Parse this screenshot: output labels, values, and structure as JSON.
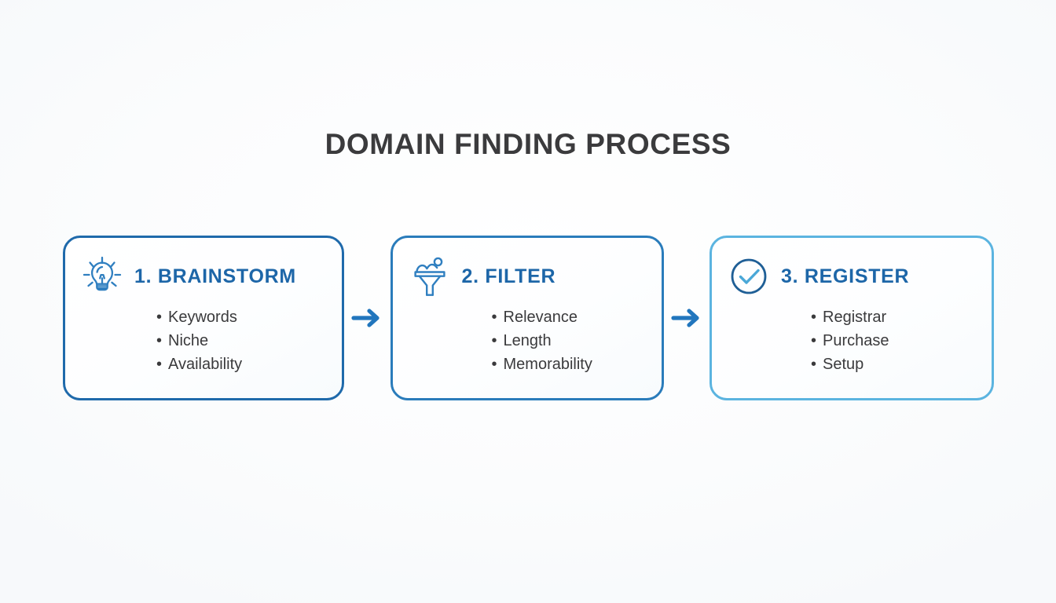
{
  "page": {
    "title": "DOMAIN FINDING PROCESS",
    "background_color": "#fdfdfe",
    "title_color": "#3b3b3d"
  },
  "colors": {
    "heading_blue": "#1d66a8",
    "card1_border": "#1f6aab",
    "card2_border": "#2a7cbb",
    "card3_border": "#5bb4e0",
    "arrow_blue": "#2176bd",
    "bullet_text": "#3a3a3c"
  },
  "steps": [
    {
      "icon": "lightbulb-icon",
      "title": "1. BRAINSTORM",
      "bullets": [
        "Keywords",
        "Niche",
        "Availability"
      ]
    },
    {
      "icon": "funnel-icon",
      "title": "2. FILTER",
      "bullets": [
        "Relevance",
        "Length",
        "Memorability"
      ]
    },
    {
      "icon": "check-circle-icon",
      "title": "3. REGISTER",
      "bullets": [
        "Registrar",
        "Purchase",
        "Setup"
      ]
    }
  ],
  "connectors": [
    {
      "icon": "arrow-right-icon"
    },
    {
      "icon": "arrow-right-icon"
    }
  ]
}
